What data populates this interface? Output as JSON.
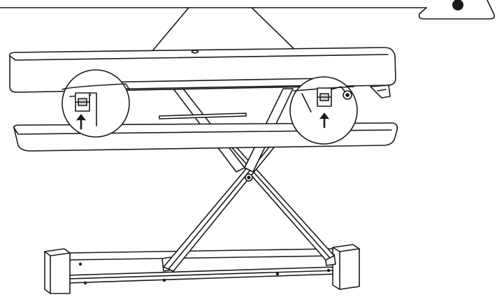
{
  "diagram": {
    "parts": [
      "top-callout-frame",
      "warning-triangle-icon",
      "upper-work-surface",
      "lower-keyboard-tray",
      "scissor-lift-frame",
      "base-frame",
      "left-detail-magnifier",
      "right-detail-magnifier",
      "left-release-lever",
      "right-release-lever",
      "left-up-arrow-icon",
      "right-up-arrow-icon"
    ],
    "colors": {
      "line": "#1a1a1a",
      "fill": "#ffffff",
      "shade": "#cfcfcf"
    }
  }
}
